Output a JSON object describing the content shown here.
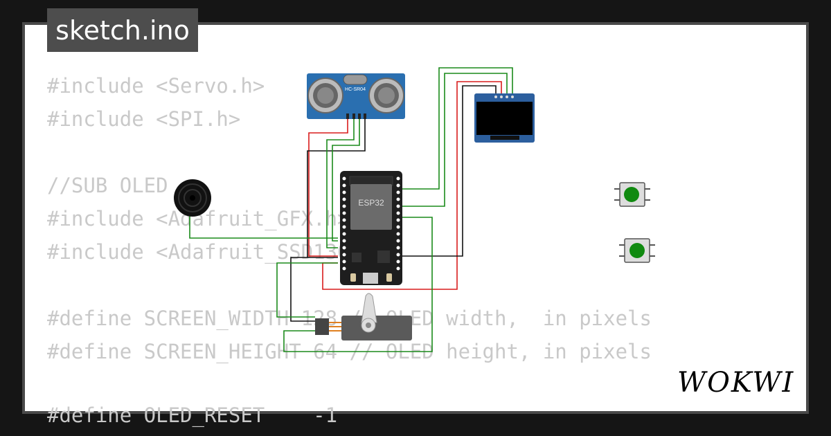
{
  "tab": {
    "filename": "sketch.ino"
  },
  "code_lines": [
    "#include <Servo.h>",
    "#include <SPI.h>",
    "",
    "//SUB OLED",
    "#include <Adafruit_GFX.h>",
    "#include <Adafruit_SSD1306.h>",
    "",
    "#define SCREEN_WIDTH 128 // OLED width,  in pixels",
    "#define SCREEN_HEIGHT 64 // OLED height, in pixels",
    "",
    "#define OLED_RESET    -1"
  ],
  "components": {
    "ultrasonic_label": "HC-SR04",
    "mcu_label": "ESP32",
    "brand_logo": "WOKWI"
  },
  "colors": {
    "background": "#151515",
    "canvas": "#ffffff",
    "code_text": "#c9c9c9",
    "wire_green": "#1a8a1a",
    "wire_red": "#d91c1c",
    "wire_black": "#111111",
    "button_green": "#108a10",
    "sensor_blue": "#2a6fb0"
  },
  "icons": [
    "buzzer-icon",
    "pushbutton-icon",
    "servo-icon",
    "oled-display-icon",
    "ultrasonic-sensor-icon",
    "esp32-board-icon"
  ]
}
